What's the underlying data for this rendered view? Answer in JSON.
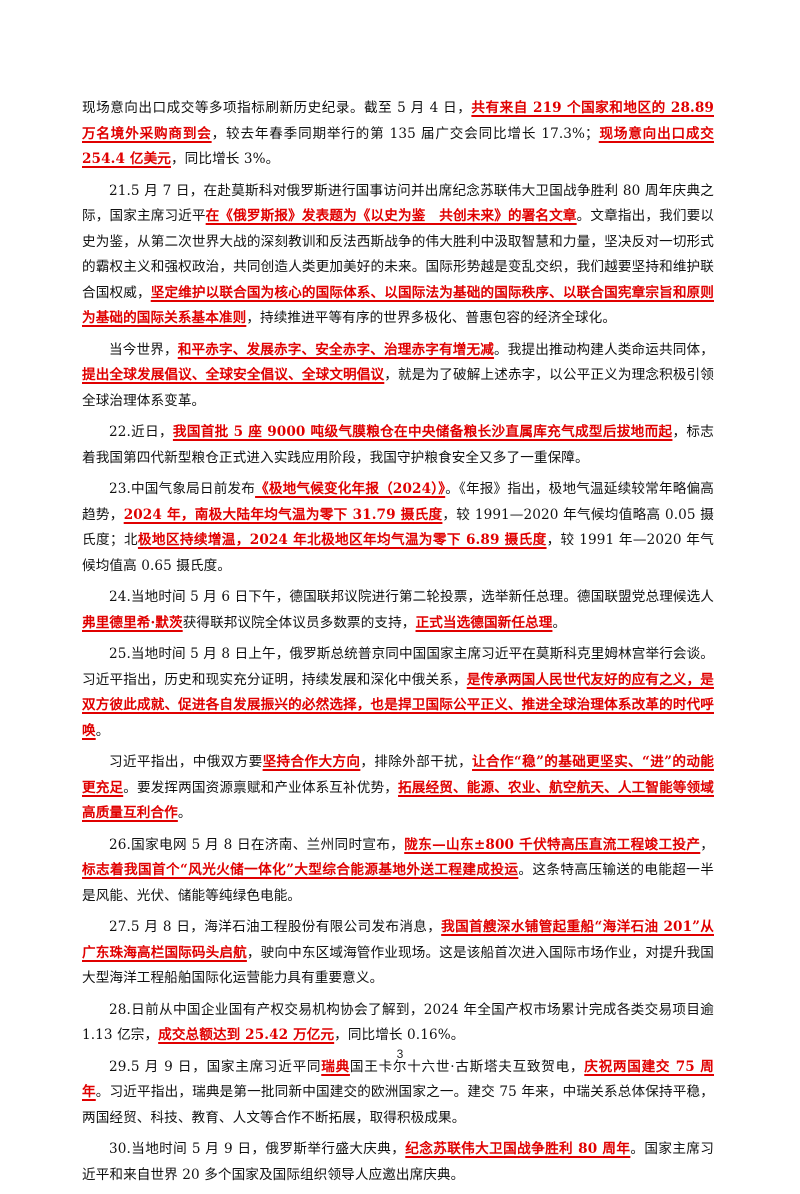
{
  "paragraphs": [
    {
      "name": "paragraph-20-cont",
      "indent": false,
      "segments": [
        {
          "t": "现场意向出口成交等多项指标刷新历史纪录。截至 5 月 4 日，"
        },
        {
          "t": "共有来自 219 个国家和地区的 28.89 万名境外采购商到会",
          "hl": true
        },
        {
          "t": "，较去年春季同期举行的第 135 届广交会同比增长 17.3%；"
        },
        {
          "t": "现场意向出口成交 254.4 亿美元",
          "hl": true
        },
        {
          "t": "，同比增长 3%。"
        }
      ]
    },
    {
      "name": "paragraph-21",
      "indent": true,
      "segments": [
        {
          "t": "21.5 月 7 日，在赴莫斯科对俄罗斯进行国事访问并出席纪念苏联伟大卫国战争胜利 80 周年庆典之际，国家主席习近平"
        },
        {
          "t": "在《俄罗斯报》发表题为《以史为鉴　共创未来》的署名文章",
          "hl": true
        },
        {
          "t": "。文章指出，我们要以史为鉴，从第二次世界大战的深刻教训和反法西斯战争的伟大胜利中汲取智慧和力量，坚决反对一切形式的霸权主义和强权政治，共同创造人类更加美好的未来。国际形势越是变乱交织，我们越要坚持和维护联合国权威，"
        },
        {
          "t": "坚定维护以联合国为核心的国际体系、以国际法为基础的国际秩序、以联合国宪章宗旨和原则为基础的国际关系基本准则",
          "hl": true
        },
        {
          "t": "，持续推进平等有序的世界多极化、普惠包容的经济全球化。"
        }
      ]
    },
    {
      "name": "paragraph-21-b",
      "indent": true,
      "segments": [
        {
          "t": "当今世界，"
        },
        {
          "t": "和平赤字、发展赤字、安全赤字、治理赤字有增无减",
          "hl": true
        },
        {
          "t": "。我提出推动构建人类命运共同体，"
        },
        {
          "t": "提出全球发展倡议、全球安全倡议、全球文明倡议",
          "hl": true
        },
        {
          "t": "，就是为了破解上述赤字，以公平正义为理念积极引领全球治理体系变革。"
        }
      ]
    },
    {
      "name": "paragraph-22",
      "indent": true,
      "segments": [
        {
          "t": "22.近日，"
        },
        {
          "t": "我国首批 5 座 9000 吨级气膜粮仓在中央储备粮长沙直属库充气成型后拔地而起",
          "hl": true
        },
        {
          "t": "，标志着我国第四代新型粮仓正式进入实践应用阶段，我国守护粮食安全又多了一重保障。"
        }
      ]
    },
    {
      "name": "paragraph-23",
      "indent": true,
      "segments": [
        {
          "t": "23.中国气象局日前发布"
        },
        {
          "t": "《极地气候变化年报（2024）》",
          "hl": true
        },
        {
          "t": "。《年报》指出，极地气温延续较常年略偏高趋势，"
        },
        {
          "t": "2024 年，南极大陆年均气温为零下 31.79 摄氏度",
          "hl": true
        },
        {
          "t": "，较 1991—2020 年气候均值略高 0.05 摄氏度；北"
        },
        {
          "t": "极地区持续增温，2024 年北极地区年均气温为零下 6.89 摄氏度",
          "hl": true
        },
        {
          "t": "，较 1991 年—2020 年气候均值高 0.65 摄氏度。"
        }
      ]
    },
    {
      "name": "paragraph-24",
      "indent": true,
      "segments": [
        {
          "t": "24.当地时间 5 月 6 日下午，德国联邦议院进行第二轮投票，选举新任总理。德国联盟党总理候选人"
        },
        {
          "t": "弗里德里希·默茨",
          "hl": true
        },
        {
          "t": "获得联邦议院全体议员多数票的支持，"
        },
        {
          "t": "正式当选德国新任总理",
          "hl": true
        },
        {
          "t": "。"
        }
      ]
    },
    {
      "name": "paragraph-25",
      "indent": true,
      "segments": [
        {
          "t": "25.当地时间 5 月 8 日上午，俄罗斯总统普京同中国国家主席习近平在莫斯科克里姆林宫举行会谈。习近平指出，历史和现实充分证明，持续发展和深化中俄关系，"
        },
        {
          "t": "是传承两国人民世代友好的应有之义，是双方彼此成就、促进各自发展振兴的必然选择，也是捍卫国际公平正义、推进全球治理体系改革的时代呼唤",
          "hl": true
        },
        {
          "t": "。"
        }
      ]
    },
    {
      "name": "paragraph-25-b",
      "indent": true,
      "segments": [
        {
          "t": "习近平指出，中俄双方要"
        },
        {
          "t": "坚持合作大方向",
          "hl": true
        },
        {
          "t": "，排除外部干扰，"
        },
        {
          "t": "让合作“稳”的基础更坚实、“进”的动能更充足",
          "hl": true
        },
        {
          "t": "。要发挥两国资源禀赋和产业体系互补优势，"
        },
        {
          "t": "拓展经贸、能源、农业、航空航天、人工智能等领域高质量互利合作",
          "hl": true
        },
        {
          "t": "。"
        }
      ]
    },
    {
      "name": "paragraph-26",
      "indent": true,
      "segments": [
        {
          "t": "26.国家电网 5 月 8 日在济南、兰州同时宣布，"
        },
        {
          "t": "陇东—山东±800 千伏特高压直流工程竣工投产",
          "hl": true
        },
        {
          "t": "，"
        },
        {
          "t": "标志着我国首个“风光火储一体化”大型综合能源基地外送工程建成投运",
          "hl": true
        },
        {
          "t": "。这条特高压输送的电能超一半是风能、光伏、储能等纯绿色电能。"
        }
      ]
    },
    {
      "name": "paragraph-27",
      "indent": true,
      "segments": [
        {
          "t": "27.5 月 8 日，海洋石油工程股份有限公司发布消息，"
        },
        {
          "t": "我国首艘深水铺管起重船“海洋石油 201”从广东珠海高栏国际码头启航",
          "hl": true
        },
        {
          "t": "，驶向中东区域海管作业现场。这是该船首次进入国际市场作业，对提升我国大型海洋工程船舶国际化运营能力具有重要意义。"
        }
      ]
    },
    {
      "name": "paragraph-28",
      "indent": true,
      "segments": [
        {
          "t": "28.日前从中国企业国有产权交易机构协会了解到，2024 年全国产权市场累计完成各类交易项目逾 1.13 亿宗，"
        },
        {
          "t": "成交总额达到 25.42 万亿元",
          "hl": true
        },
        {
          "t": "，同比增长 0.16%。"
        }
      ]
    },
    {
      "name": "paragraph-29",
      "indent": true,
      "segments": [
        {
          "t": "29.5 月 9 日，国家主席习近平同"
        },
        {
          "t": "瑞典",
          "hl": true
        },
        {
          "t": "国王卡尔十六世·古斯塔夫互致贺电，"
        },
        {
          "t": "庆祝两国建交 75 周年",
          "hl": true
        },
        {
          "t": "。习近平指出，瑞典是第一批同新中国建交的欧洲国家之一。建交 75 年来，中瑞关系总体保持平稳，两国经贸、科技、教育、人文等合作不断拓展，取得积极成果。"
        }
      ]
    },
    {
      "name": "paragraph-30",
      "indent": true,
      "segments": [
        {
          "t": "30.当地时间 5 月 9 日，俄罗斯举行盛大庆典，"
        },
        {
          "t": "纪念苏联伟大卫国战争胜利 80 周年",
          "hl": true
        },
        {
          "t": "。国家主席习近平和来自世界 20 多个国家及国际组织领导人应邀出席庆典。"
        }
      ]
    }
  ],
  "page_number": "3",
  "colors": {
    "highlight": "#e00000",
    "text": "#111111"
  }
}
